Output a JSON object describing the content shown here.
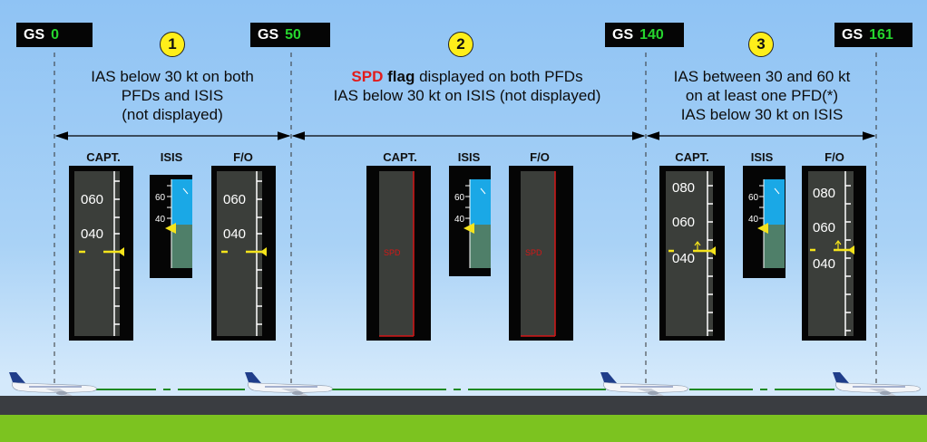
{
  "phases": [
    {
      "number": "1",
      "gs_label": "GS",
      "gs_value": "0",
      "lines": [
        "IAS below 30 kt on both",
        "PFDs and ISIS",
        "(not displayed)"
      ]
    },
    {
      "number": "2",
      "gs_label": "GS",
      "gs_value": "50",
      "line1_spd": "SPD",
      "line1_flag": "flag",
      "line1_rest": " displayed on both PFDs",
      "line2": "IAS below 30 kt on ISIS (not displayed)"
    },
    {
      "number": "3",
      "gs_label": "GS",
      "gs_value": "140",
      "lines": [
        "IAS between 30 and 60 kt",
        "on at least one PFD(*)",
        "IAS below 30 kt on ISIS"
      ]
    }
  ],
  "final_gs": {
    "label": "GS",
    "value": "161"
  },
  "labels": {
    "capt": "CAPT.",
    "isis": "ISIS",
    "fo": "F/O"
  },
  "tape_ticks": {
    "pfd_low": [
      "060",
      "040"
    ],
    "isis": [
      "60",
      "40"
    ],
    "pfd_high": [
      "080",
      "060",
      "040"
    ]
  },
  "spd_flag": "SPD",
  "colors": {
    "tape": "#3b3e3a",
    "bezel": "#050505",
    "isis_sky": "#1aa8e6",
    "isis_ground": "#4f7f69",
    "speed_index": "#f4e31b",
    "flag_red": "#d41717",
    "runway_dash": "#1d8a22"
  }
}
